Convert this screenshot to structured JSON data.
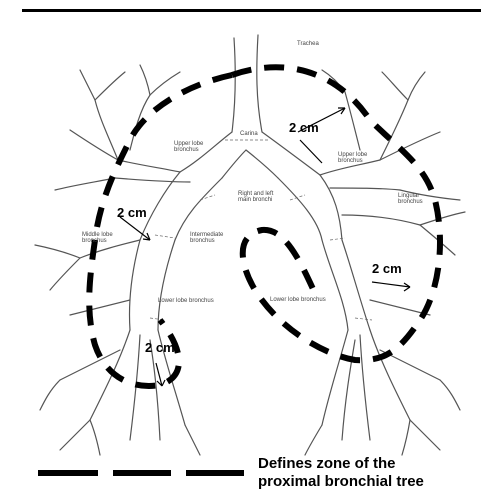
{
  "labels": {
    "trachea": "Trachea",
    "carina": "Carina",
    "upper_lobe_bronchus_right": "Upper lobe\nbronchus",
    "upper_lobe_bronchus_left": "Upper lobe\nbronchus",
    "main_bronchi": "Right and left\nmain bronchi",
    "middle_lobe_bronchus": "Middle lobe\nbronchus",
    "lingular_bronchus": "Lingular\nbronchus",
    "intermediate_bronchus": "Intermediate\nbronchus",
    "lower_lobe_bronchus_right": "Lower lobe bronchus",
    "lower_lobe_bronchus_left": "Lower lobe bronchus"
  },
  "measurements": [
    "2 cm",
    "2 cm",
    "2 cm",
    "2 cm"
  ],
  "legend": {
    "line1": "Defines zone of the",
    "line2": "proximal bronchial tree"
  },
  "colors": {
    "ink": "#000000",
    "sketch": "#555555"
  }
}
